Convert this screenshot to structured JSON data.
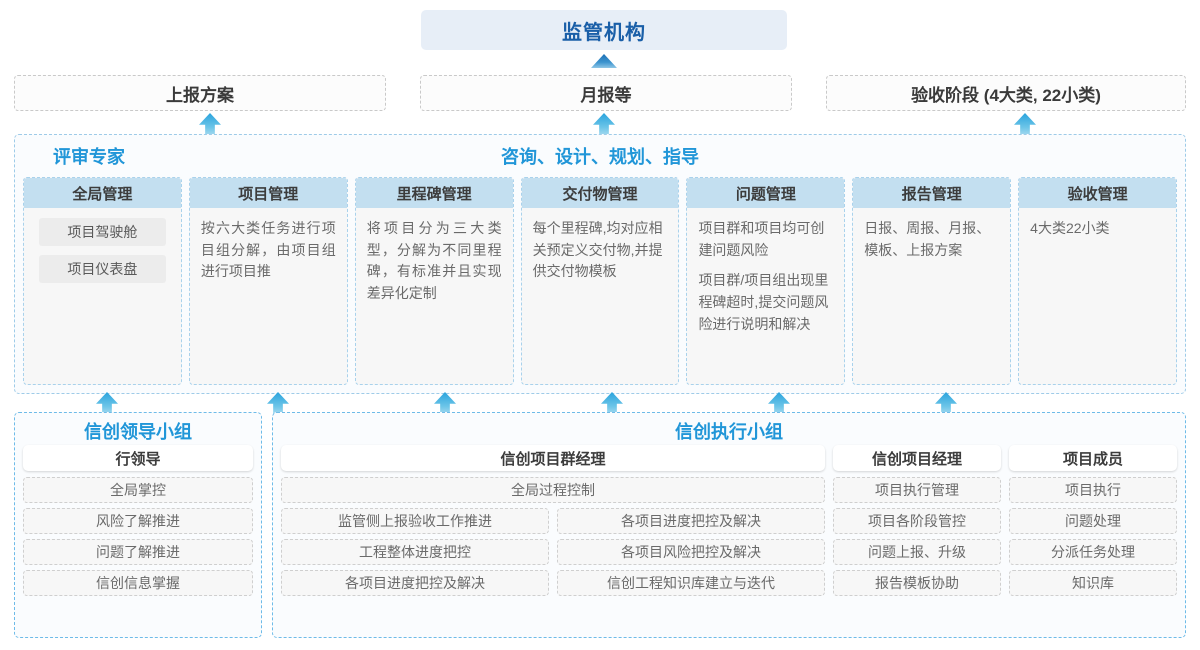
{
  "regulator": {
    "label": "监管机构"
  },
  "reports": [
    {
      "label": "上报方案"
    },
    {
      "label": "月报等"
    },
    {
      "label": "验收阶段 (4大类, 22小类)"
    }
  ],
  "middle": {
    "title_left": "评审专家",
    "title_center": "咨询、设计、规划、指导",
    "columns": [
      {
        "header": "全局管理",
        "pills": [
          "项目驾驶舱",
          "项目仪表盘"
        ],
        "paragraphs": []
      },
      {
        "header": "项目管理",
        "pills": [],
        "paragraphs": [
          "按六大类任务进行项目组分解，由项目组进行项目推"
        ]
      },
      {
        "header": "里程碑管理",
        "pills": [],
        "paragraphs": [
          "将项目分为三大类型，分解为不同里程碑，有标准并且实现差异化定制"
        ]
      },
      {
        "header": "交付物管理",
        "pills": [],
        "paragraphs": [
          "每个里程碑,均对应相关预定义交付物,并提供交付物模板"
        ]
      },
      {
        "header": "问题管理",
        "pills": [],
        "paragraphs": [
          "项目群和项目均可创建问题风险",
          "项目群/项目组出现里程碑超时,提交问题风险进行说明和解决"
        ]
      },
      {
        "header": "报告管理",
        "pills": [],
        "paragraphs": [
          "日报、周报、月报、模板、上报方案"
        ]
      },
      {
        "header": "验收管理",
        "pills": [],
        "paragraphs": [
          "4大类22小类"
        ]
      }
    ]
  },
  "bottom": {
    "leader_group": {
      "title": "信创领导小组",
      "role": "行领导",
      "tasks": [
        "全局掌控",
        "风险了解推进",
        "问题了解推进",
        "信创信息掌握"
      ]
    },
    "exec_group": {
      "title": "信创执行小组",
      "program_manager": {
        "role": "信创项目群经理",
        "full_width_task": "全局过程控制",
        "left_tasks": [
          "监管侧上报验收工作推进",
          "工程整体进度把控",
          "各项目进度把控及解决"
        ],
        "right_tasks": [
          "各项目进度把控及解决",
          "各项目风险把控及解决",
          "信创工程知识库建立与迭代"
        ]
      },
      "project_manager": {
        "role": "信创项目经理",
        "tasks": [
          "项目执行管理",
          "项目各阶段管控",
          "问题上报、升级",
          "报告模板协助"
        ]
      },
      "member": {
        "role": "项目成员",
        "tasks": [
          "项目执行",
          "问题处理",
          "分派任务处理",
          "知识库"
        ]
      }
    }
  },
  "colors": {
    "accent_blue": "#2196d8",
    "dark_blue": "#1a5fa8",
    "header_fill": "#c3dff0",
    "panel_fill": "#f7f7f7",
    "top_fill": "#e7eef7"
  }
}
